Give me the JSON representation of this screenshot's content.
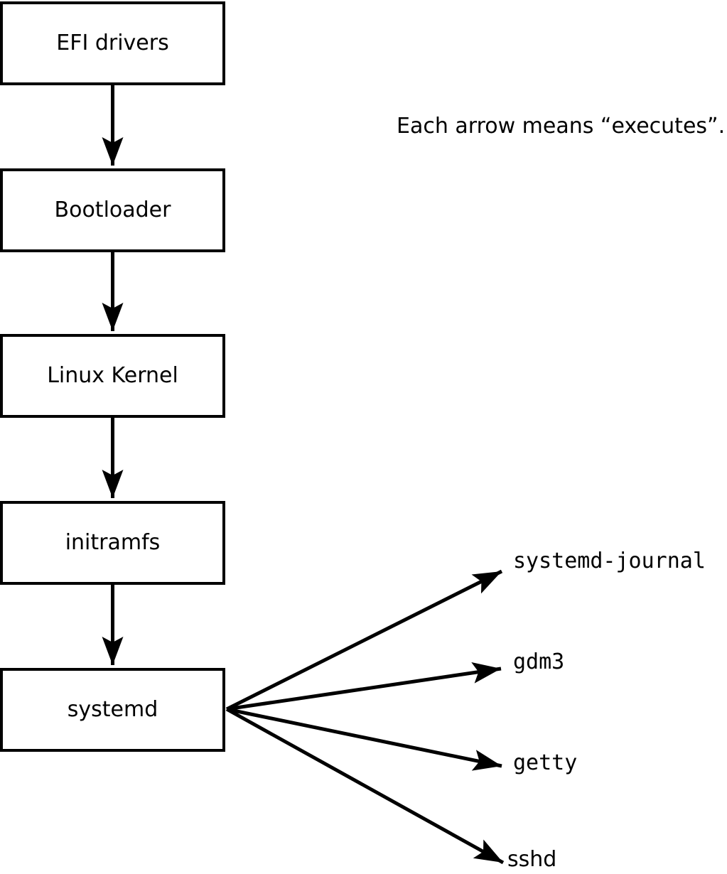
{
  "diagram": {
    "caption": "Each arrow means “executes”.",
    "boot_chain": [
      {
        "id": "efi-drivers",
        "label": "EFI drivers"
      },
      {
        "id": "bootloader",
        "label": "Bootloader"
      },
      {
        "id": "linux-kernel",
        "label": "Linux Kernel"
      },
      {
        "id": "initramfs",
        "label": "initramfs"
      },
      {
        "id": "systemd",
        "label": "systemd"
      }
    ],
    "spawned_processes": [
      {
        "id": "systemd-journal",
        "label": "systemd-journal"
      },
      {
        "id": "gdm3",
        "label": "gdm3"
      },
      {
        "id": "getty",
        "label": "getty"
      },
      {
        "id": "sshd",
        "label": "sshd"
      }
    ],
    "colors": {
      "stroke": "#000000",
      "background": "#ffffff",
      "text": "#000000"
    }
  }
}
